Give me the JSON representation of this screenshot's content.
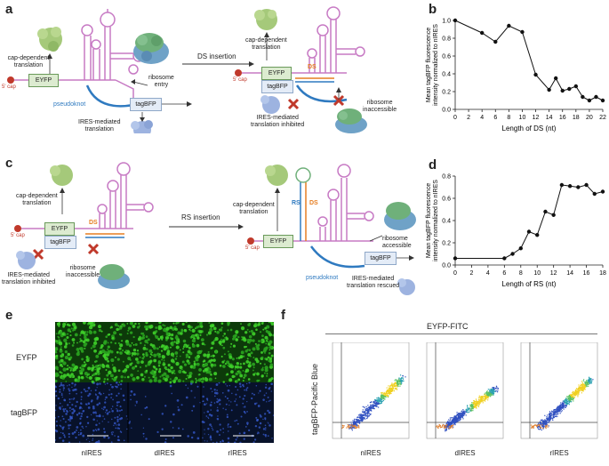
{
  "panels": {
    "a": {
      "letter": "a",
      "cap_dep": "cap-dependent\ntranslation",
      "cap": "5' cap",
      "eyfp": "EYFP",
      "ribosome_entry": "ribosome\nentry",
      "pseudoknot": "pseudoknot",
      "tagbfp": "tagBFP",
      "ires_mediated": "IRES-mediated\ntranslation",
      "ds_insertion": "DS insertion",
      "cap_dep2": "cap-dependent\ntranslation",
      "cap2": "5' cap",
      "eyfp2": "EYFP",
      "ds": "DS",
      "tagbfp2": "tagBFP",
      "ires_inhibited": "IRES-mediated\ntranslation inhibited",
      "ribosome_inaccessible": "ribosome\ninaccessible"
    },
    "b": {
      "letter": "b"
    },
    "c": {
      "letter": "c",
      "cap_dep": "cap-dependent\ntranslation",
      "eyfp": "EYFP",
      "ds": "DS",
      "cap": "5' cap",
      "tagbfp": "tagBFP",
      "ires_inhibited": "IRES-mediated\ntranslation inhibited",
      "ribosome_inaccessible": "ribosome\ninaccessible",
      "rs_insertion": "RS insertion",
      "cap_dep2": "cap-dependent\ntranslation",
      "cap2": "5' cap",
      "eyfp2": "EYFP",
      "rs": "RS",
      "ds2": "DS",
      "ribosome_accessible": "ribosome\naccessible",
      "pseudoknot": "pseudoknot",
      "tagbfp2": "tagBFP",
      "ires_rescued": "IRES-mediated\ntranslation rescued"
    },
    "d": {
      "letter": "d"
    },
    "e": {
      "letter": "e",
      "row_labels": [
        "EYFP",
        "tagBFP"
      ],
      "col_labels": [
        "nIRES",
        "dIRES",
        "rIRES"
      ]
    },
    "f": {
      "letter": "f",
      "x_title": "EYFP-FITC",
      "y_title": "tagBFP-Pacific Blue",
      "col_labels": [
        "nIRES",
        "dIRES",
        "rIRES"
      ]
    }
  },
  "chart_data": [
    {
      "type": "line",
      "panel": "b",
      "xlabel": "Length of DS (nt)",
      "ylabel": "Mean tagBFP fluorescence\nintensity normalized to nIRES",
      "xlim": [
        0,
        22
      ],
      "ylim": [
        0.0,
        1.0
      ],
      "xticks": [
        0,
        2,
        4,
        6,
        8,
        10,
        12,
        14,
        16,
        18,
        20,
        22
      ],
      "yticks": [
        0.0,
        0.2,
        0.4,
        0.6,
        0.8,
        1.0
      ],
      "ytick_labels": [
        "0.0",
        "0.2",
        "0.4",
        "0.6",
        "0.8",
        "1.0"
      ],
      "x": [
        0,
        4,
        6,
        8,
        10,
        12,
        14,
        15,
        16,
        17,
        18,
        19,
        20,
        21,
        22
      ],
      "y": [
        1.0,
        0.86,
        0.76,
        0.94,
        0.87,
        0.39,
        0.22,
        0.35,
        0.21,
        0.23,
        0.26,
        0.14,
        0.1,
        0.14,
        0.1
      ]
    },
    {
      "type": "line",
      "panel": "d",
      "xlabel": "Length of RS (nt)",
      "ylabel": "Mean tagBFP fluorescence\nintensity normalized to nIRES",
      "xlim": [
        0,
        18
      ],
      "ylim": [
        0.0,
        0.8
      ],
      "xticks": [
        0,
        2,
        4,
        6,
        8,
        10,
        12,
        14,
        16,
        18
      ],
      "yticks": [
        0.0,
        0.2,
        0.4,
        0.6,
        0.8
      ],
      "ytick_labels": [
        "0.0",
        "0.2",
        "0.4",
        "0.6",
        "0.8"
      ],
      "x": [
        0,
        6,
        7,
        8,
        9,
        10,
        11,
        12,
        13,
        14,
        15,
        16,
        17,
        18
      ],
      "y": [
        0.06,
        0.06,
        0.1,
        0.15,
        0.3,
        0.27,
        0.48,
        0.45,
        0.72,
        0.71,
        0.7,
        0.72,
        0.64,
        0.66
      ]
    }
  ],
  "colors": {
    "green_protein": "#a5c97a",
    "blue_protein": "#9db3e0",
    "rna": "#c77ac4",
    "ds": "#e67e22",
    "rs": "#2f7ac0",
    "red_x": "#c0392b",
    "eyfp_box": "#dcebd0",
    "tagbfp_box": "#e4ecf7"
  }
}
